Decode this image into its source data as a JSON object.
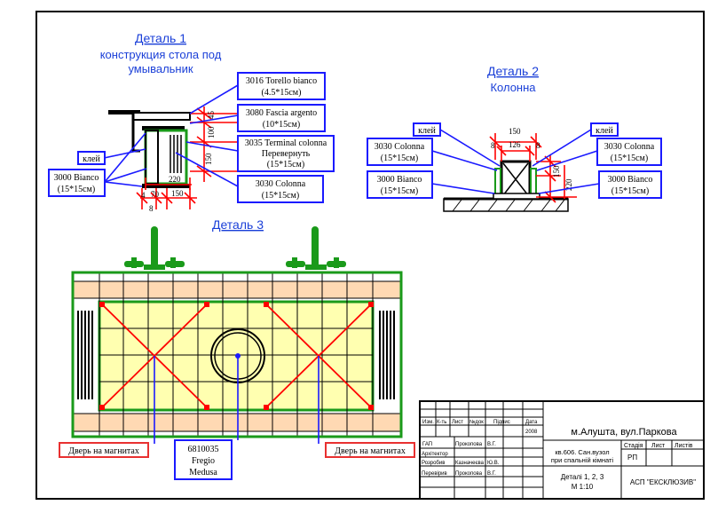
{
  "detail1": {
    "title": "Деталь 1",
    "subtitle1": "конструкция стола под",
    "subtitle2": "умывальник",
    "labels": {
      "torello_1": "3016 Torello bianco",
      "torello_2": "(4.5*15см)",
      "fascia_1": "3080 Fascia argento",
      "fascia_2": "(10*15см)",
      "terminal_1": "3035 Terminal colonna",
      "terminal_2": "Перевернуть",
      "terminal_3": "(15*15см)",
      "glue": "клей",
      "bianco_1": "3000 Bianco",
      "bianco_2": "(15*15см)",
      "colonna_1": "3030 Colonna",
      "colonna_2": "(15*15см)"
    },
    "dims": {
      "d45": "45",
      "d100": "100",
      "d150v": "150",
      "d220": "220",
      "d150h": "150",
      "d70": "70",
      "d4": "4",
      "d8": "8"
    }
  },
  "detail2": {
    "title": "Деталь 2",
    "subtitle": "Колонна",
    "labels": {
      "glue_left": "клей",
      "glue_right": "клей",
      "colonna_left_1": "3030 Colonna",
      "colonna_left_2": "(15*15см)",
      "bianco_left_1": "3000 Bianco",
      "bianco_left_2": "(15*15см)",
      "colonna_right_1": "3030 Colonna",
      "colonna_right_2": "(15*15см)",
      "bianco_right_1": "3000 Bianco",
      "bianco_right_2": "(15*15см)"
    },
    "dims": {
      "d150": "150",
      "d126": "126",
      "d8a": "8",
      "d8b": "8",
      "d150v": "150",
      "d220": "220"
    }
  },
  "detail3": {
    "title": "Деталь 3",
    "door_left": "Дверь на магнитах",
    "door_right": "Дверь на магнитах",
    "drain_1": "6810035",
    "drain_2": "Fregio",
    "drain_3": "Medusa"
  },
  "stamp": {
    "headers": [
      "Изм.",
      "К-ть",
      "Лист",
      "№док",
      "Підпис",
      "Дата"
    ],
    "date": "2008",
    "location": "м.Алушта, вул.Паркова",
    "roles": [
      "ГАП",
      "Архітектор",
      "Розробив",
      "Перевірив"
    ],
    "names": [
      "Прокопова",
      "",
      "Казначеєва",
      "Прокопова"
    ],
    "initials": [
      "В.Г.",
      "",
      "Ю.В.",
      "В.Г."
    ],
    "object_1": "кв.606. Сан.вузол",
    "object_2": "при спальній кімнаті",
    "stage_header": "Стадія",
    "sheet_header": "Лист",
    "sheets_header": "Листів",
    "stage": "РП",
    "drawing_1": "Деталі 1, 2, 3",
    "drawing_2": "М 1:10",
    "company": "АСП \"ЕКСКЛЮЗИВ\""
  },
  "colors": {
    "leader_blue": "#1a1aff",
    "dim_red": "#ff0000",
    "tile_green": "#1a9a1a",
    "tile_yellow": "#ffffb0",
    "tile_peach": "#ffd9b3"
  }
}
